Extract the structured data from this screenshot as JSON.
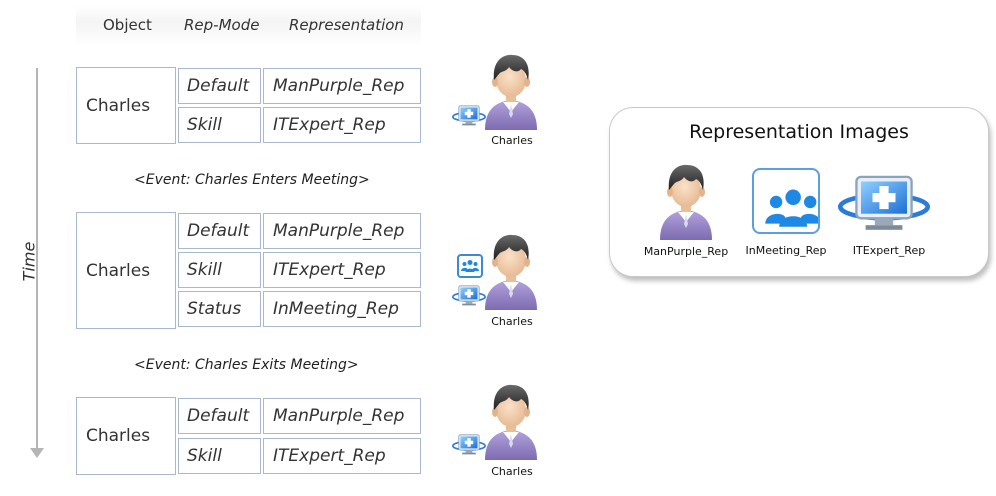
{
  "header": {
    "object": "Object",
    "rep_mode": "Rep-Mode",
    "representation": "Representation"
  },
  "timeline": {
    "label": "Time"
  },
  "states": [
    {
      "object": "Charles",
      "rows": [
        {
          "mode": "Default",
          "rep": "ManPurple_Rep"
        },
        {
          "mode": "Skill",
          "rep": "ITExpert_Rep"
        }
      ],
      "avatar_caption": "Charles",
      "badges": [
        "monitor-icon"
      ]
    },
    {
      "object": "Charles",
      "rows": [
        {
          "mode": "Default",
          "rep": "ManPurple_Rep"
        },
        {
          "mode": "Skill",
          "rep": "ITExpert_Rep"
        },
        {
          "mode": "Status",
          "rep": "InMeeting_Rep"
        }
      ],
      "avatar_caption": "Charles",
      "badges": [
        "meeting-icon",
        "monitor-icon"
      ]
    },
    {
      "object": "Charles",
      "rows": [
        {
          "mode": "Default",
          "rep": "ManPurple_Rep"
        },
        {
          "mode": "Skill",
          "rep": "ITExpert_Rep"
        }
      ],
      "avatar_caption": "Charles",
      "badges": [
        "monitor-icon"
      ]
    }
  ],
  "events": [
    "<Event: Charles Enters Meeting>",
    "<Event: Charles Exits Meeting>"
  ],
  "legend": {
    "title": "Representation Images",
    "items": [
      {
        "icon": "man-purple-icon",
        "label": "ManPurple_Rep"
      },
      {
        "icon": "in-meeting-icon",
        "label": "InMeeting_Rep"
      },
      {
        "icon": "it-expert-monitor-icon",
        "label": "ITExpert_Rep"
      }
    ]
  },
  "colors": {
    "border": "#a9b8cc",
    "shirt": "#9a86c6",
    "meeting_blue": "#1e88e5",
    "monitor_blue": "#2f7fe0",
    "timeline": "#b5b5b5"
  }
}
